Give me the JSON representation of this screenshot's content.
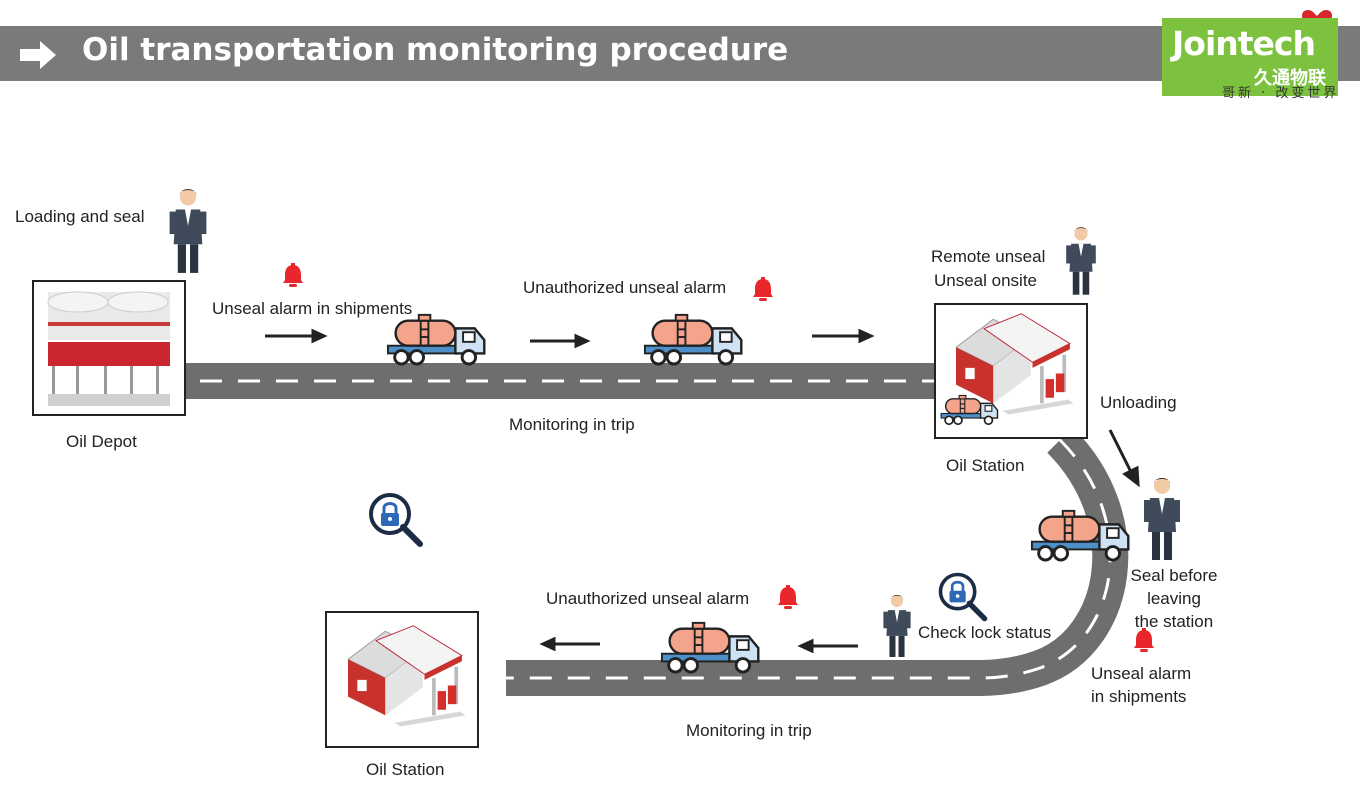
{
  "title": "Oil transportation monitoring procedure",
  "logo": {
    "brand": "Jointech",
    "brand_cn": "久通物联",
    "tagline": "哥新 · 改变世界"
  },
  "labels": {
    "loading_seal": "Loading and seal",
    "oil_depot": "Oil Depot",
    "unseal_alarm_shipments": "Unseal alarm in shipments",
    "unauthorized_unseal_alarm_top": "Unauthorized unseal alarm",
    "monitoring_trip_top": "Monitoring in trip",
    "remote_unseal": "Remote unseal",
    "unseal_onsite": "Unseal onsite",
    "oil_station_top": "Oil Station",
    "unloading": "Unloading",
    "seal_before_leaving": [
      "Seal before",
      "leaving",
      "the station"
    ],
    "unseal_alarm_in_shipments_right": [
      "Unseal alarm",
      "in shipments"
    ],
    "check_lock_status": "Check lock status",
    "unauthorized_unseal_alarm_bottom": "Unauthorized unseal alarm",
    "monitoring_trip_bottom": "Monitoring in trip",
    "oil_station_bottom": "Oil Station"
  },
  "colors": {
    "header": "#7a7a7a",
    "logo_green": "#7cc23f",
    "road": "#6e6e6e",
    "alarm_red": "#e8262b",
    "tank_fill": "#f4a48a",
    "truck_blue": "#4d8fc9",
    "lock_blue": "#2e68b6"
  }
}
